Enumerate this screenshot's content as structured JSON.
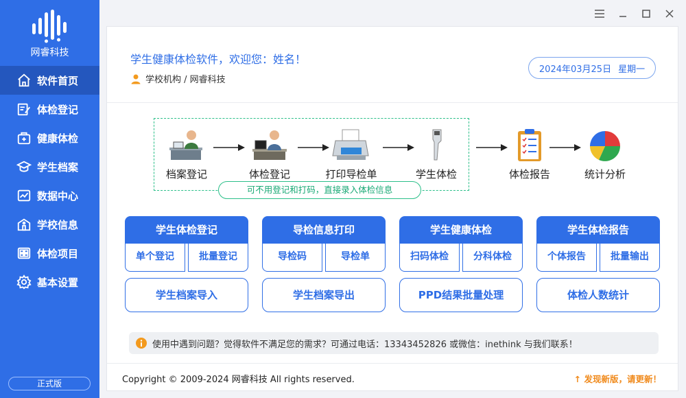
{
  "brand": {
    "name": "网睿科技",
    "edition": "正式版"
  },
  "colors": {
    "primary": "#2f6ee6",
    "active": "#2457be",
    "accent_green": "#2bbf89",
    "warning": "#f08a1c"
  },
  "sidebar": {
    "items": [
      {
        "label": "软件首页",
        "icon": "home-icon",
        "active": true
      },
      {
        "label": "体检登记",
        "icon": "edit-icon"
      },
      {
        "label": "健康体检",
        "icon": "medical-bag-icon"
      },
      {
        "label": "学生档案",
        "icon": "graduation-cap-icon"
      },
      {
        "label": "数据中心",
        "icon": "chart-icon"
      },
      {
        "label": "学校信息",
        "icon": "school-icon"
      },
      {
        "label": "体检项目",
        "icon": "grid-icon"
      },
      {
        "label": "基本设置",
        "icon": "gear-icon"
      }
    ]
  },
  "header": {
    "welcome": "学生健康体检软件，欢迎您：姓名！",
    "org": "学校机构 / 网睿科技",
    "date": "2024年03月25日",
    "weekday": "星期一"
  },
  "flow": {
    "steps": [
      "档案登记",
      "体检登记",
      "打印导检单",
      "学生体检",
      "体检报告",
      "统计分析"
    ],
    "tip": "可不用登记和打码，直接录入体检信息"
  },
  "groups": [
    {
      "title": "学生体检登记",
      "left": "单个登记",
      "right": "批量登记"
    },
    {
      "title": "导检信息打印",
      "left": "导检码",
      "right": "导检单"
    },
    {
      "title": "学生健康体检",
      "left": "扫码体检",
      "right": "分科体检"
    },
    {
      "title": "学生体检报告",
      "left": "个体报告",
      "right": "批量输出"
    }
  ],
  "big_buttons": [
    "学生档案导入",
    "学生档案导出",
    "PPD结果批量处理",
    "体检人数统计"
  ],
  "notice": "使用中遇到问题？觉得软件不满足您的需求？可通过电话：13343452826  或微信：inethink 与我们联系！",
  "footer": {
    "copyright": "Copyright © 2009-2024 网睿科技 All rights reserved.",
    "update": "↑ 发现新版，请更新！"
  }
}
